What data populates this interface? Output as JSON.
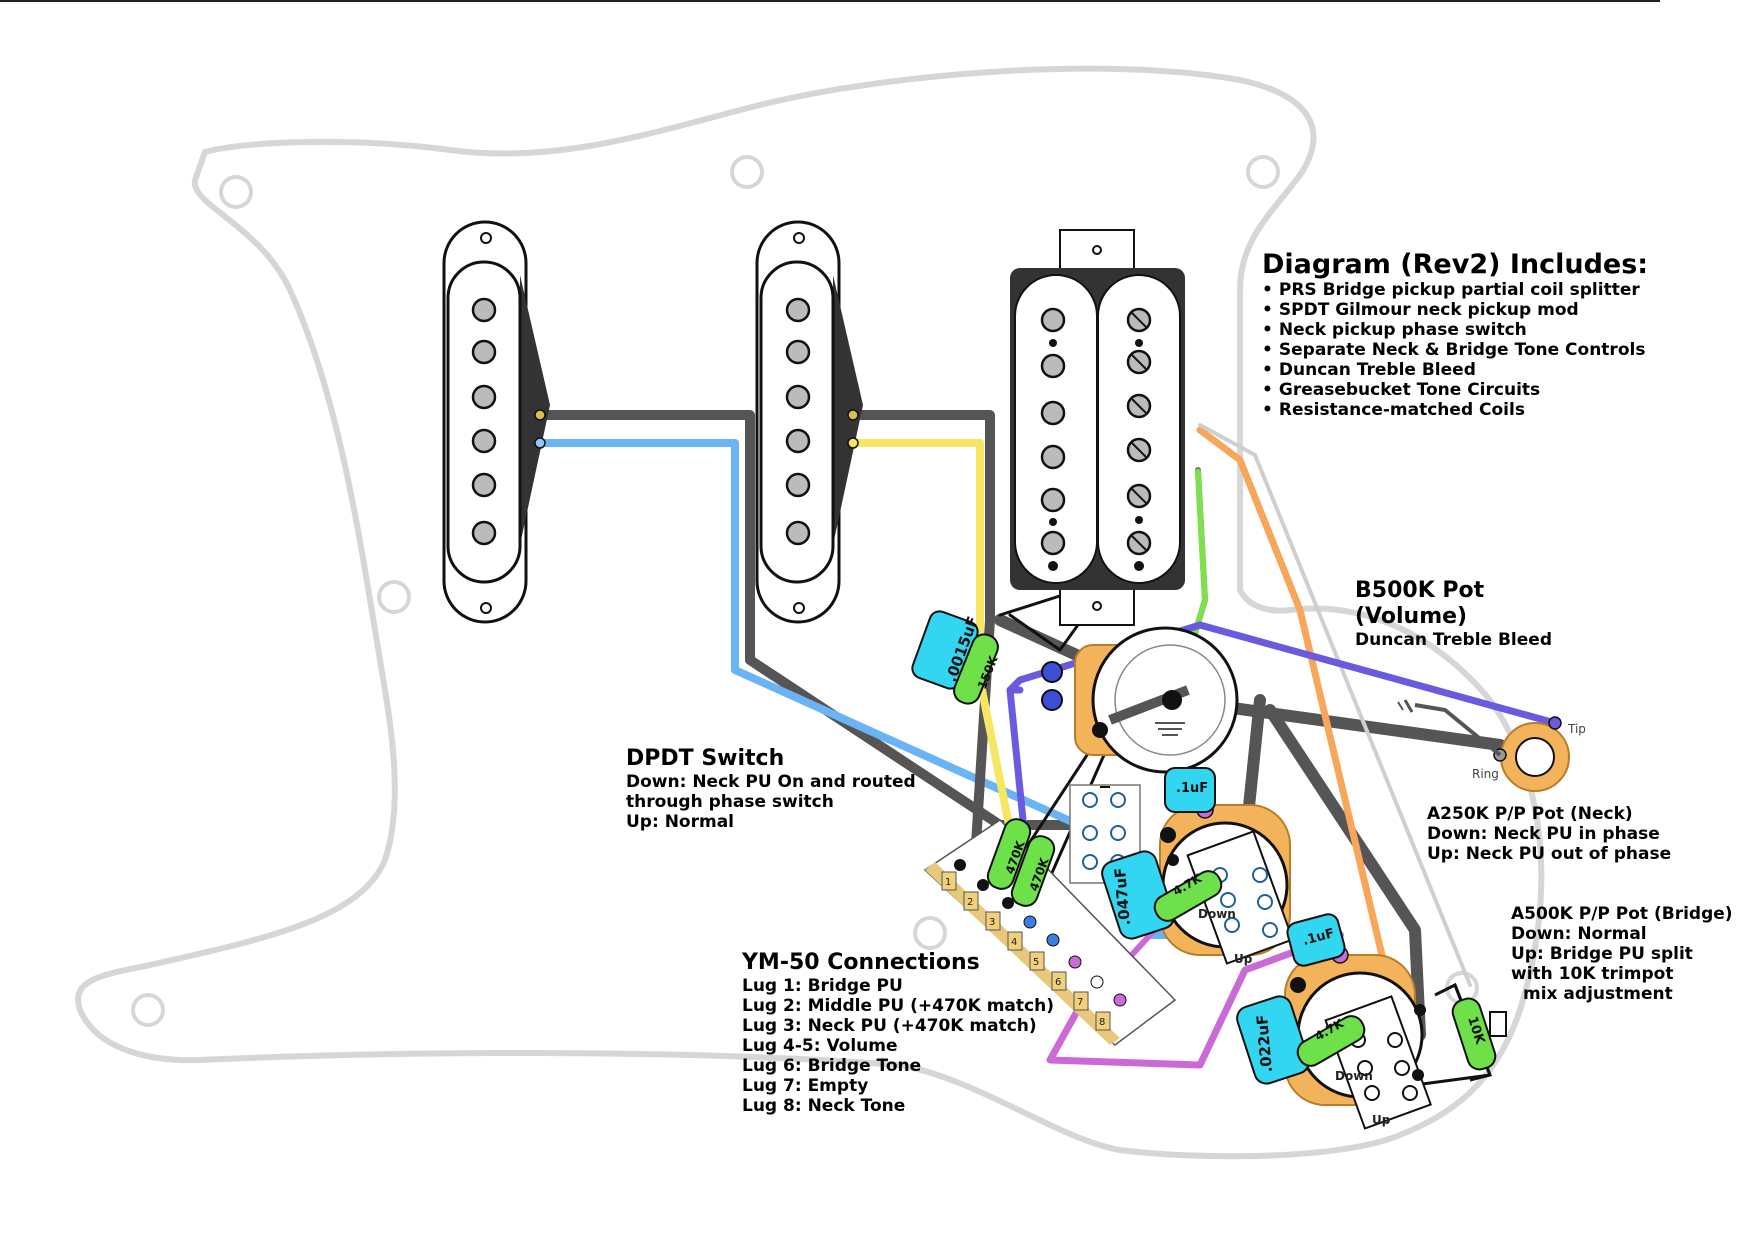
{
  "summary": {
    "title": "Diagram (Rev2) Includes:",
    "items": [
      "PRS Bridge pickup partial coil splitter",
      "SPDT Gilmour neck pickup mod",
      "Neck pickup phase switch",
      "Separate Neck & Bridge Tone Controls",
      "Duncan Treble Bleed",
      "Greasebucket Tone Circuits",
      "Resistance-matched Coils"
    ]
  },
  "volume_pot": {
    "title_line1": "B500K Pot",
    "title_line2": "(Volume)",
    "subtitle": "Duncan Treble Bleed"
  },
  "dpdt": {
    "title": "DPDT Switch",
    "lines": [
      "Down: Neck PU On and routed",
      "through phase switch",
      "Up: Normal"
    ]
  },
  "neck_pot": {
    "title": "A250K P/P Pot (Neck)",
    "lines": [
      "Down: Neck PU in phase",
      "Up: Neck PU out of phase"
    ]
  },
  "bridge_pot": {
    "title": "A500K P/P Pot (Bridge)",
    "lines": [
      "Down: Normal",
      "Up: Bridge PU split",
      "with 10K trimpot",
      "mix adjustment"
    ]
  },
  "ym50": {
    "title": "YM-50 Connections",
    "lines": [
      "Lug 1: Bridge PU",
      "Lug 2: Middle PU (+470K match)",
      "Lug 3: Neck PU (+470K match)",
      "Lug 4-5: Volume",
      "Lug 6: Bridge Tone",
      "Lug 7: Empty",
      "Lug 8: Neck Tone"
    ]
  },
  "components": {
    "cap_treble": ".0015uF",
    "res_treble": "150K",
    "res_match_1": "470K",
    "res_match_2": "470K",
    "cap_neck_small": ".1uF",
    "cap_neck_tone": ".047uF",
    "res_neck": "4.7K",
    "cap_bridge_small": ".1uF",
    "cap_bridge_tone": ".022uF",
    "res_bridge": "4.7K",
    "trimpot": "10K",
    "pp_neck_down": "Down",
    "pp_neck_up": "Up",
    "pp_bridge_down": "Down",
    "pp_bridge_up": "Up",
    "jack_tip": "Tip",
    "jack_ring": "Ring",
    "lug_numbers": [
      "1",
      "2",
      "3",
      "4",
      "5",
      "6",
      "7",
      "8"
    ]
  },
  "colors": {
    "ground": "#555555",
    "blue": "#6ab4f5",
    "yellow": "#f5e663",
    "green": "#7ee04a",
    "orange": "#f7a65a",
    "purple": "#c96ad6",
    "violet": "#6a5ae0",
    "cap": "#33d6f0",
    "resistor": "#6ee04a",
    "pot": "#f2b35a"
  }
}
